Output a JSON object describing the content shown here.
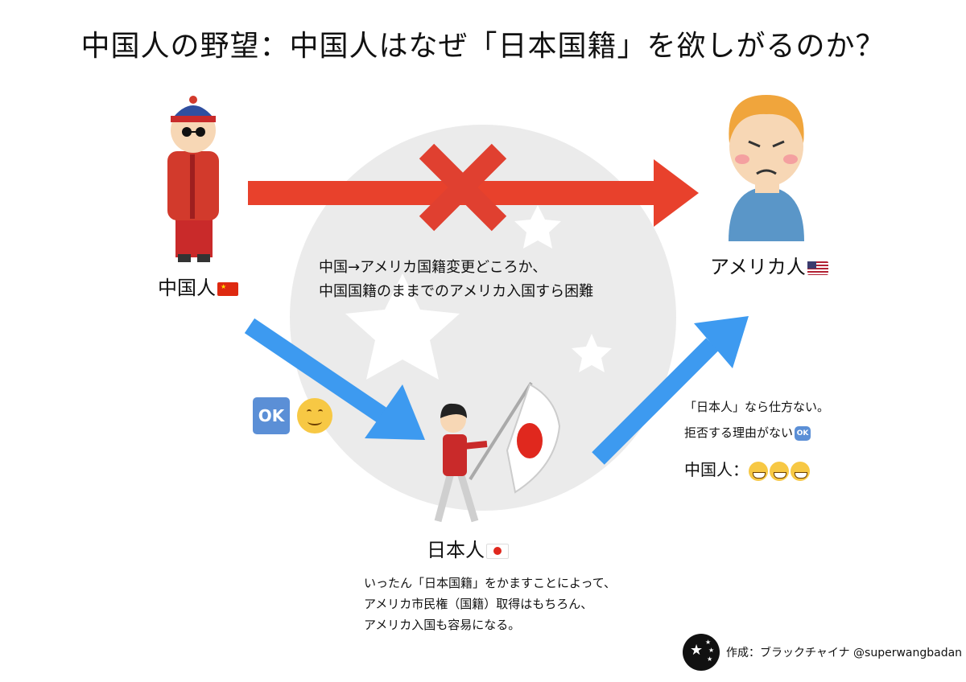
{
  "title": "中国人の野望：中国人はなぜ「日本国籍」を欲しがるのか？",
  "nodes": {
    "china": {
      "label": "中国人"
    },
    "usa": {
      "label": "アメリカ人"
    },
    "japan": {
      "label": "日本人"
    }
  },
  "ok_emoji": "OK",
  "blocked_note": {
    "line1": "中国→アメリカ国籍変更どころか、",
    "line2": "中国国籍のままでのアメリカ入国すら困難"
  },
  "usa_note": {
    "line1": "「日本人」なら仕方ない。",
    "line2": "拒否する理由がない",
    "reaction_label": "中国人："
  },
  "japan_note": {
    "line1": "いったん「日本国籍」をかますことによって、",
    "line2": "アメリカ市民権（国籍）取得はもちろん、",
    "line3": "アメリカ入国も容易になる。"
  },
  "credit": "作成：ブラックチャイナ @superwangbadan",
  "colors": {
    "red_arrow": "#e8412c",
    "blue_arrow": "#3d9af0",
    "background_circle": "#ebebeb"
  }
}
